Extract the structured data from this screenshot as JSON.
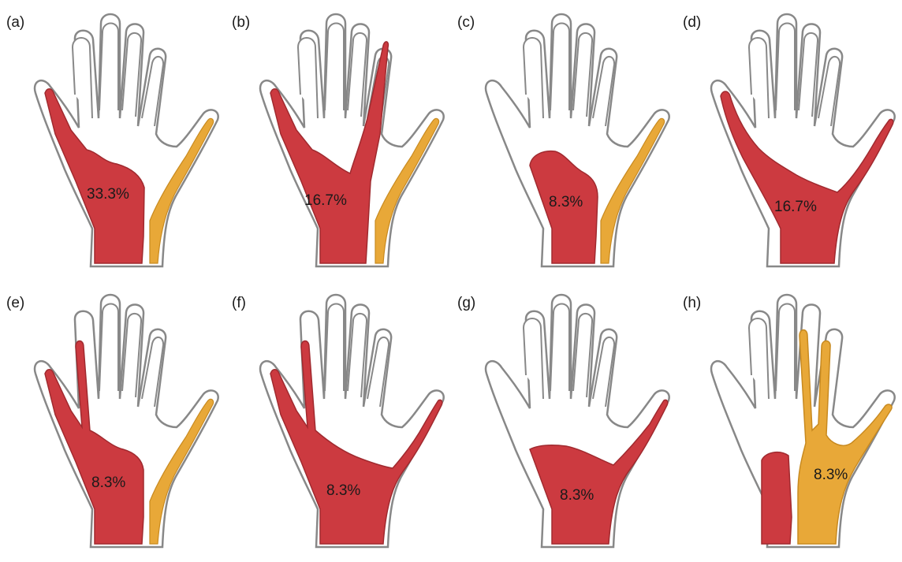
{
  "colors": {
    "red": "#cc3a40",
    "orange": "#e8a838",
    "outline": "#7a7a7a",
    "sheath_fill": "#ffffff"
  },
  "panels": [
    {
      "label": "(a)",
      "percent": "33.3%"
    },
    {
      "label": "(b)",
      "percent": "16.7%"
    },
    {
      "label": "(c)",
      "percent": "8.3%"
    },
    {
      "label": "(d)",
      "percent": "16.7%"
    },
    {
      "label": "(e)",
      "percent": "8.3%"
    },
    {
      "label": "(f)",
      "percent": "8.3%"
    },
    {
      "label": "(g)",
      "percent": "8.3%"
    },
    {
      "label": "(h)",
      "percent": "8.3%"
    }
  ]
}
